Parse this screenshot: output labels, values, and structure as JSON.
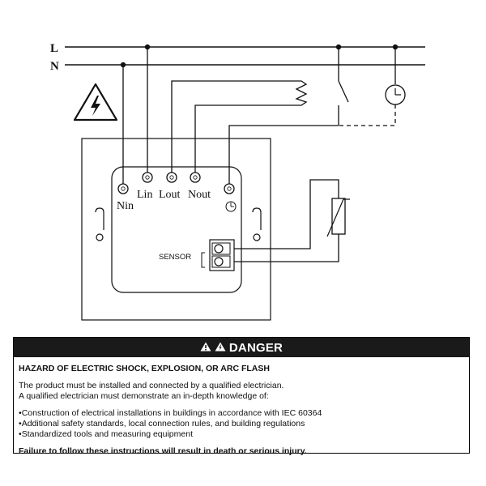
{
  "diagram": {
    "line_label": "L",
    "neutral_label": "N",
    "terminals": {
      "nin": "Nin",
      "lin": "Lin",
      "lout": "Lout",
      "nout": "Nout"
    },
    "sensor_label": "SENSOR"
  },
  "danger": {
    "title": "DANGER",
    "hazard_heading": "HAZARD OF ELECTRIC SHOCK, EXPLOSION, OR ARC FLASH",
    "intro_lines": [
      "The product must be installed and connected by a qualified electrician.",
      "A qualified electrician must demonstrate an in-depth knowledge of:"
    ],
    "bullets": [
      "Construction of electrical installations in buildings in accordance with IEC 60364",
      "Additional safety standards, local connection rules, and building regulations",
      "Standardized tools and measuring equipment"
    ],
    "warning": "Failure to follow these instructions will result in death or serious injury."
  }
}
